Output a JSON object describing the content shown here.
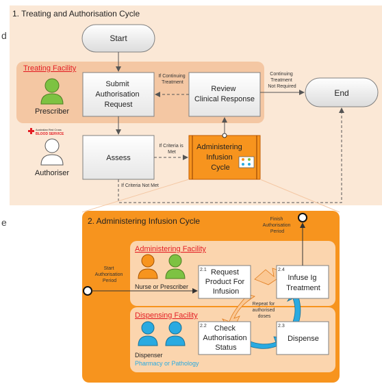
{
  "left_fragments": [
    "d",
    "e"
  ],
  "section1": {
    "title": "1. Treating and Authorisation Cycle",
    "start_label": "Start",
    "end_label": "End",
    "treating_facility_label": "Treating Facility",
    "prescriber_label": "Prescriber",
    "authoriser_label": "Authoriser",
    "blood_service_line1": "Australian Red Cross",
    "blood_service_line2": "BLOOD SERVICE",
    "submit_box": [
      "Submit",
      "Authorisation",
      "Request"
    ],
    "review_box": [
      "Review",
      "Clinical Response"
    ],
    "assess_box": "Assess",
    "admin_cycle_box": [
      "Administering",
      "Infusion",
      "Cycle"
    ],
    "if_continuing": [
      "If Continuing",
      "Treatment"
    ],
    "continuing_not_required": [
      "Continuing",
      "Treatment",
      "Not Required"
    ],
    "if_criteria_met": [
      "If Criteria is",
      "Met"
    ],
    "if_criteria_not_met": "If Criteria Not Met"
  },
  "section2": {
    "title": "2. Administering Infusion Cycle",
    "finish_period": [
      "Finish",
      "Authorisation",
      "Period"
    ],
    "start_period": [
      "Start",
      "Authorisation",
      "Period"
    ],
    "administering_facility_label": "Administering Facility",
    "dispensing_facility_label": "Dispensing Facility",
    "nurse_label": "Nurse or Prescriber",
    "dispenser_label": "Dispenser",
    "pharmacy_label": "Pharmacy or Pathology",
    "repeat_label": [
      "Repeat for",
      "authorised",
      "doses"
    ],
    "steps": [
      {
        "num": "2.1",
        "lines": [
          "Request",
          "Product For",
          "Infusion"
        ]
      },
      {
        "num": "2.4",
        "lines": [
          "Infuse Ig",
          "Treatment"
        ]
      },
      {
        "num": "2.2",
        "lines": [
          "Check",
          "Authorisation",
          "Status"
        ]
      },
      {
        "num": "2.3",
        "lines": [
          "Dispense"
        ]
      }
    ]
  },
  "colors": {
    "section1_bg": "#fbe8d6",
    "treating_band": "#f4c7a3",
    "orange": "#f7941e",
    "orange_dark": "#d36b0a",
    "inner_band": "#fbd5ae",
    "box_border": "#7f7f7f",
    "green": "#7dc242",
    "blue": "#29aae1",
    "red": "#e31e24"
  }
}
